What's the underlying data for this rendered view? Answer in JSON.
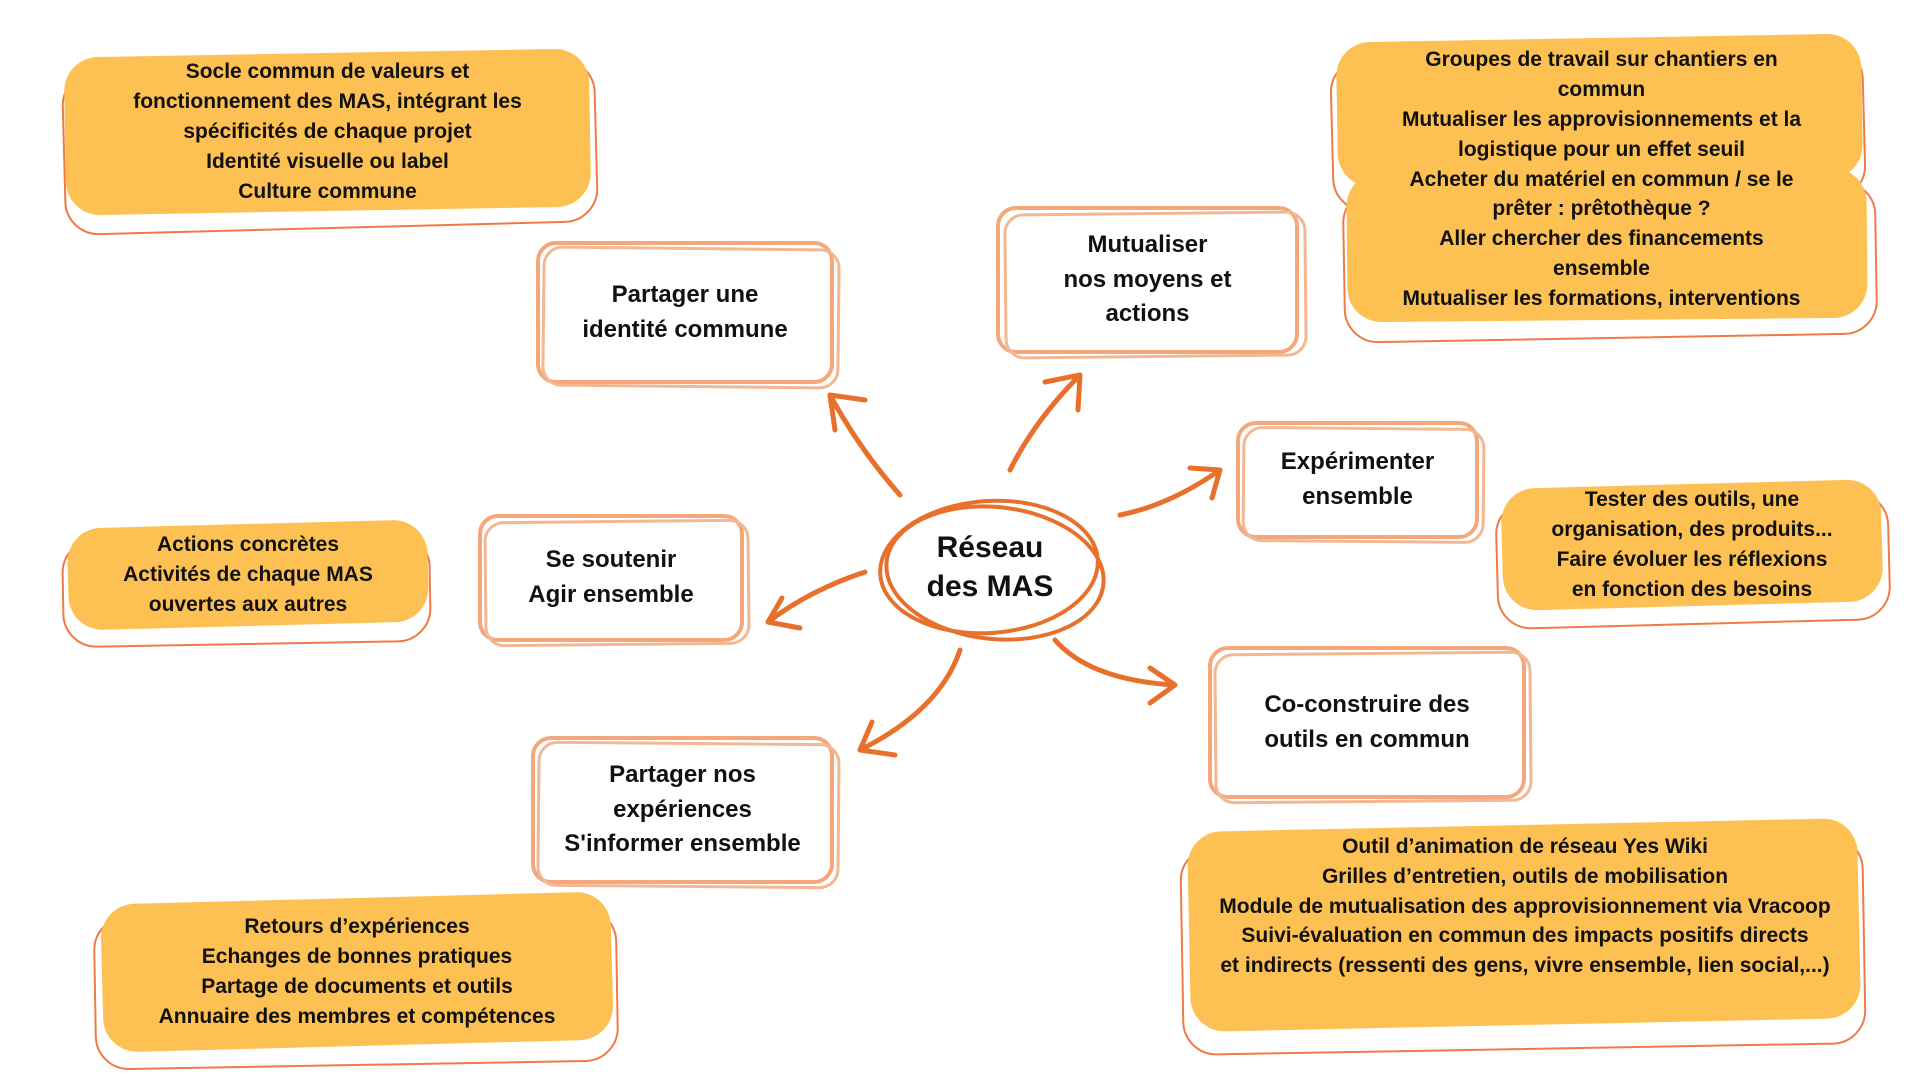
{
  "center": {
    "line1": "Réseau",
    "line2": "des MAS"
  },
  "categories": {
    "identite": {
      "lines": [
        "Partager une",
        "identité commune"
      ]
    },
    "mutualiser": {
      "lines": [
        "Mutualiser",
        "nos moyens et",
        "actions"
      ]
    },
    "experimenter": {
      "lines": [
        "Expérimenter",
        "ensemble"
      ]
    },
    "soutenir": {
      "lines": [
        "Se soutenir",
        "Agir ensemble"
      ]
    },
    "partager": {
      "lines": [
        "Partager nos",
        "expériences",
        "S'informer ensemble"
      ]
    },
    "coconstruire": {
      "lines": [
        "Co-construire des",
        "outils en commun"
      ]
    }
  },
  "details": {
    "identite": [
      "Socle commun de valeurs et",
      "fonctionnement des MAS, intégrant les",
      "spécificités de chaque projet",
      "Identité visuelle ou label",
      "Culture commune"
    ],
    "mutualiser": [
      "Groupes de travail sur chantiers en",
      "commun",
      "Mutualiser les approvisionnements et la",
      "logistique pour un effet seuil",
      "Acheter du matériel en commun / se le",
      "prêter : prêtothèque ?",
      "Aller chercher des financements",
      "ensemble",
      "Mutualiser les formations, interventions"
    ],
    "experimenter": [
      "Tester des outils, une",
      "organisation, des produits...",
      "Faire évoluer les réflexions",
      "en fonction des besoins"
    ],
    "soutenir": [
      "Actions concrètes",
      "Activités de chaque MAS",
      "ouvertes aux autres"
    ],
    "partager": [
      "Retours d’expériences",
      "Echanges de bonnes pratiques",
      "Partage de documents et outils",
      "Annuaire des membres et compétences"
    ],
    "coconstruire": [
      "Outil d’animation de réseau Yes Wiki",
      "Grilles d’entretien, outils de mobilisation",
      "Module de mutualisation des approvisionnement via Vracoop",
      "Suivi-évaluation en commun des impacts positifs directs",
      "et indirects (ressenti des gens, vivre ensemble, lien social,...)"
    ]
  },
  "colors": {
    "arrow": "#e8702a",
    "box_border": "#f4a77b",
    "blob_fill": "#fdc052",
    "blob_outline": "#ef7a45"
  }
}
